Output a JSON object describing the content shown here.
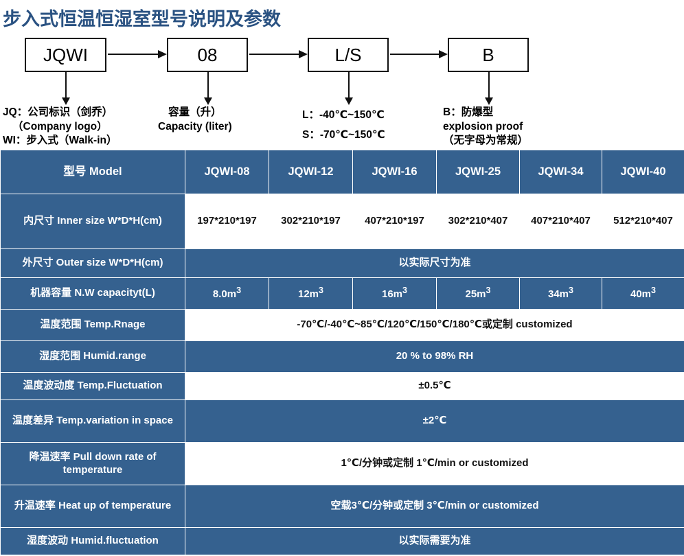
{
  "title": "步入式恒温恒湿室型号说明及参数",
  "accent_color": "#2a5282",
  "table_blue": "#35618f",
  "diagram": {
    "boxes": [
      {
        "id": "box-jqwi",
        "label": "JQWI"
      },
      {
        "id": "box-08",
        "label": "08"
      },
      {
        "id": "box-ls",
        "label": "L/S"
      },
      {
        "id": "box-b",
        "label": "B"
      }
    ],
    "captions": [
      {
        "id": "caption-jqwi",
        "lines": [
          "JQ：公司标识（剑乔）",
          "（Company logo）",
          "WI：步入式（Walk-in）"
        ]
      },
      {
        "id": "caption-08",
        "lines": [
          "容量（升）",
          "Capacity (liter)"
        ]
      },
      {
        "id": "caption-ls",
        "lines": [
          "L：-40℃~150℃",
          "S：-70℃~150℃"
        ]
      },
      {
        "id": "caption-b",
        "lines": [
          "B：防爆型",
          "explosion proof",
          "（无字母为常规）"
        ]
      }
    ]
  },
  "table": {
    "header": {
      "label": "型号 Model",
      "models": [
        "JQWI-08",
        "JQWI-12",
        "JQWI-16",
        "JQWI-25",
        "JQWI-34",
        "JQWI-40"
      ]
    },
    "rows": [
      {
        "label": "内尺寸 Inner size W*D*H(cm)",
        "style": "white",
        "cells": [
          "197*210*197",
          "302*210*197",
          "407*210*197",
          "302*210*407",
          "407*210*407",
          "512*210*407"
        ]
      },
      {
        "label": "外尺寸 Outer size W*D*H(cm)",
        "style": "blue",
        "merged": "以实际尺寸为准"
      },
      {
        "label": "机器容量 N.W capacityt(L)",
        "style": "blue",
        "cells": [
          "8.0m³",
          "12m³",
          "16m³",
          "25m³",
          "34m³",
          "40m³"
        ]
      },
      {
        "label": "温度范围 Temp.Rnage",
        "style": "white",
        "merged": "-70℃/-40℃~85℃/120℃/150℃/180℃或定制 customized"
      },
      {
        "label": "湿度范围 Humid.range",
        "style": "blue",
        "merged": "20 % to 98% RH"
      },
      {
        "label": "温度波动度 Temp.Fluctuation",
        "style": "white",
        "merged": "±0.5℃"
      },
      {
        "label": "温度差异 Temp.variation in space",
        "style": "blue",
        "merged": "±2℃"
      },
      {
        "label": "降温速率 Pull down rate of temperature",
        "style": "white",
        "merged": "1℃/分钟或定制    1℃/min or customized"
      },
      {
        "label": "升温速率 Heat up of temperature",
        "style": "blue",
        "merged": "空载3℃/分钟或定制 3℃/min or customized"
      },
      {
        "label": "湿度波动 Humid.fluctuation",
        "style": "blue",
        "merged": "以实际需要为准"
      }
    ]
  }
}
